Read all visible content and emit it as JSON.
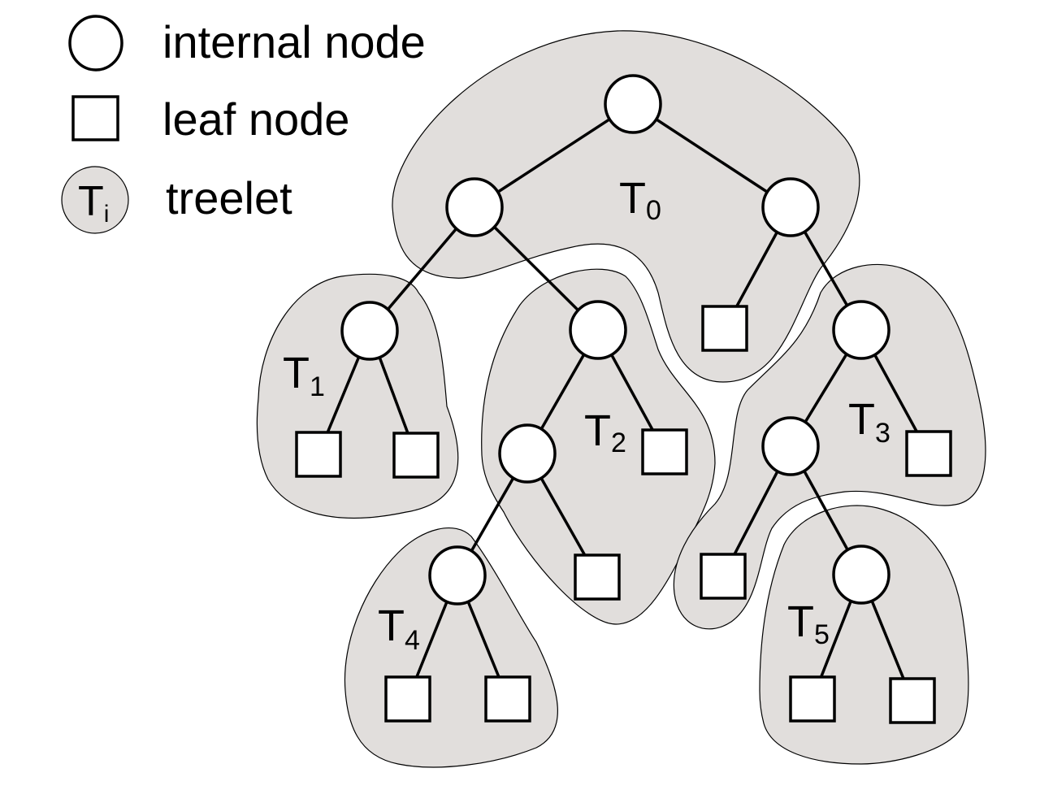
{
  "legend": {
    "items": [
      {
        "symbol": "circle",
        "label": "internal node"
      },
      {
        "symbol": "square",
        "label": "leaf node"
      },
      {
        "symbol": "treelet-blob",
        "symbol_text": "T",
        "symbol_sub": "i",
        "label": "treelet"
      }
    ]
  },
  "colors": {
    "treelet_fill": "#e1dedc",
    "stroke": "#000000",
    "node_fill": "#ffffff"
  },
  "treelets": [
    {
      "id": "T0",
      "name": "T",
      "sub": "0"
    },
    {
      "id": "T1",
      "name": "T",
      "sub": "1"
    },
    {
      "id": "T2",
      "name": "T",
      "sub": "2"
    },
    {
      "id": "T3",
      "name": "T",
      "sub": "3"
    },
    {
      "id": "T4",
      "name": "T",
      "sub": "4"
    },
    {
      "id": "T5",
      "name": "T",
      "sub": "5"
    }
  ],
  "tree": {
    "nodes": [
      {
        "id": "n0",
        "type": "internal",
        "treelet": "T0"
      },
      {
        "id": "n1",
        "type": "internal",
        "treelet": "T0",
        "parent": "n0"
      },
      {
        "id": "n2",
        "type": "internal",
        "treelet": "T0",
        "parent": "n0"
      },
      {
        "id": "n3",
        "type": "internal",
        "treelet": "T1",
        "parent": "n1"
      },
      {
        "id": "n4",
        "type": "internal",
        "treelet": "T2",
        "parent": "n1"
      },
      {
        "id": "l5",
        "type": "leaf",
        "treelet": "T0",
        "parent": "n2"
      },
      {
        "id": "n6",
        "type": "internal",
        "treelet": "T3",
        "parent": "n2"
      },
      {
        "id": "l7",
        "type": "leaf",
        "treelet": "T1",
        "parent": "n3"
      },
      {
        "id": "l8",
        "type": "leaf",
        "treelet": "T1",
        "parent": "n3"
      },
      {
        "id": "n9",
        "type": "internal",
        "treelet": "T2",
        "parent": "n4"
      },
      {
        "id": "l10",
        "type": "leaf",
        "treelet": "T2",
        "parent": "n4"
      },
      {
        "id": "n11",
        "type": "internal",
        "treelet": "T3",
        "parent": "n6"
      },
      {
        "id": "l12",
        "type": "leaf",
        "treelet": "T3",
        "parent": "n6"
      },
      {
        "id": "n13",
        "type": "internal",
        "treelet": "T4",
        "parent": "n9"
      },
      {
        "id": "l14",
        "type": "leaf",
        "treelet": "T2",
        "parent": "n9"
      },
      {
        "id": "l15",
        "type": "leaf",
        "treelet": "T3",
        "parent": "n11"
      },
      {
        "id": "n16",
        "type": "internal",
        "treelet": "T5",
        "parent": "n11"
      },
      {
        "id": "l17",
        "type": "leaf",
        "treelet": "T4",
        "parent": "n13"
      },
      {
        "id": "l18",
        "type": "leaf",
        "treelet": "T4",
        "parent": "n13"
      },
      {
        "id": "l19",
        "type": "leaf",
        "treelet": "T5",
        "parent": "n16"
      },
      {
        "id": "l20",
        "type": "leaf",
        "treelet": "T5",
        "parent": "n16"
      }
    ]
  }
}
